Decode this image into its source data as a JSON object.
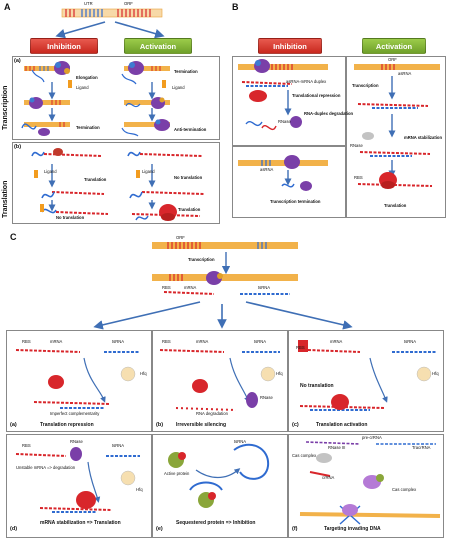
{
  "panel_a": {
    "label": "A",
    "top_labels": [
      "UTR",
      "ORF"
    ],
    "inhibition": "Inhibition",
    "activation": "Activation",
    "row_transcription": "Transcription",
    "row_translation": "Translation",
    "sub_a": "(a)",
    "sub_b": "(b)",
    "a_left": [
      "Elongation",
      "Ligand",
      "Termination"
    ],
    "a_right": [
      "Termination",
      "Ligand",
      "Anti-termination"
    ],
    "b_left": [
      "Ligand",
      "Translation",
      "No translation"
    ],
    "b_right": [
      "Ligand",
      "No translation",
      "Translation"
    ]
  },
  "panel_b": {
    "label": "B",
    "inhibition": "Inhibition",
    "activation": "Activation",
    "left_top": [
      "asRNA-mRNA duplex",
      "Translational repression",
      "RNase",
      "RNA-duplex degradation"
    ],
    "left_bottom": [
      "asRNA",
      "Transcription termination"
    ],
    "right": [
      "ORF",
      "asRNA",
      "Transcription",
      "RNase",
      "mRNA stabilization",
      "RBS",
      "Translation"
    ]
  },
  "panel_c": {
    "label": "C",
    "top": [
      "ORF",
      "Transcription",
      "RBS",
      "mRNA",
      "tsRNA"
    ],
    "cells": [
      {
        "sub": "(a)",
        "title": "Translation repression",
        "notes": [
          "RBS",
          "mRNA",
          "tsRNA",
          "Hfq",
          "Imperfect complementarity"
        ]
      },
      {
        "sub": "(b)",
        "title": "Irreversible silencing",
        "notes": [
          "RBS",
          "mRNA",
          "tsRNA",
          "Hfq",
          "RNase",
          "RNA degradation"
        ]
      },
      {
        "sub": "(c)",
        "title": "Translation activation",
        "notes": [
          "RBS",
          "mRNA",
          "tsRNA",
          "Hfq",
          "No translation"
        ]
      },
      {
        "sub": "(d)",
        "title": "mRNA stabilization => Translation",
        "notes": [
          "RBS",
          "tsRNA",
          "RNase",
          "Unstable mRNA => degradation",
          "Hfq"
        ]
      },
      {
        "sub": "(e)",
        "title": "Sequestered protein => Inhibition",
        "notes": [
          "tsRNA",
          "Active protein"
        ]
      },
      {
        "sub": "(f)",
        "title": "Targeting invading DNA",
        "notes": [
          "pre-crRNA",
          "RNase III",
          "TracrRNA",
          "Cas complex",
          "crRNA",
          "Cas complex"
        ]
      }
    ]
  },
  "colors": {
    "inhibition": "#d7362b",
    "activation": "#82b83a",
    "arrow": "#3f6fb5",
    "dna_red": "#d8262b",
    "dna_blue": "#2f6bd0",
    "dna_orange": "#f29c1f"
  }
}
